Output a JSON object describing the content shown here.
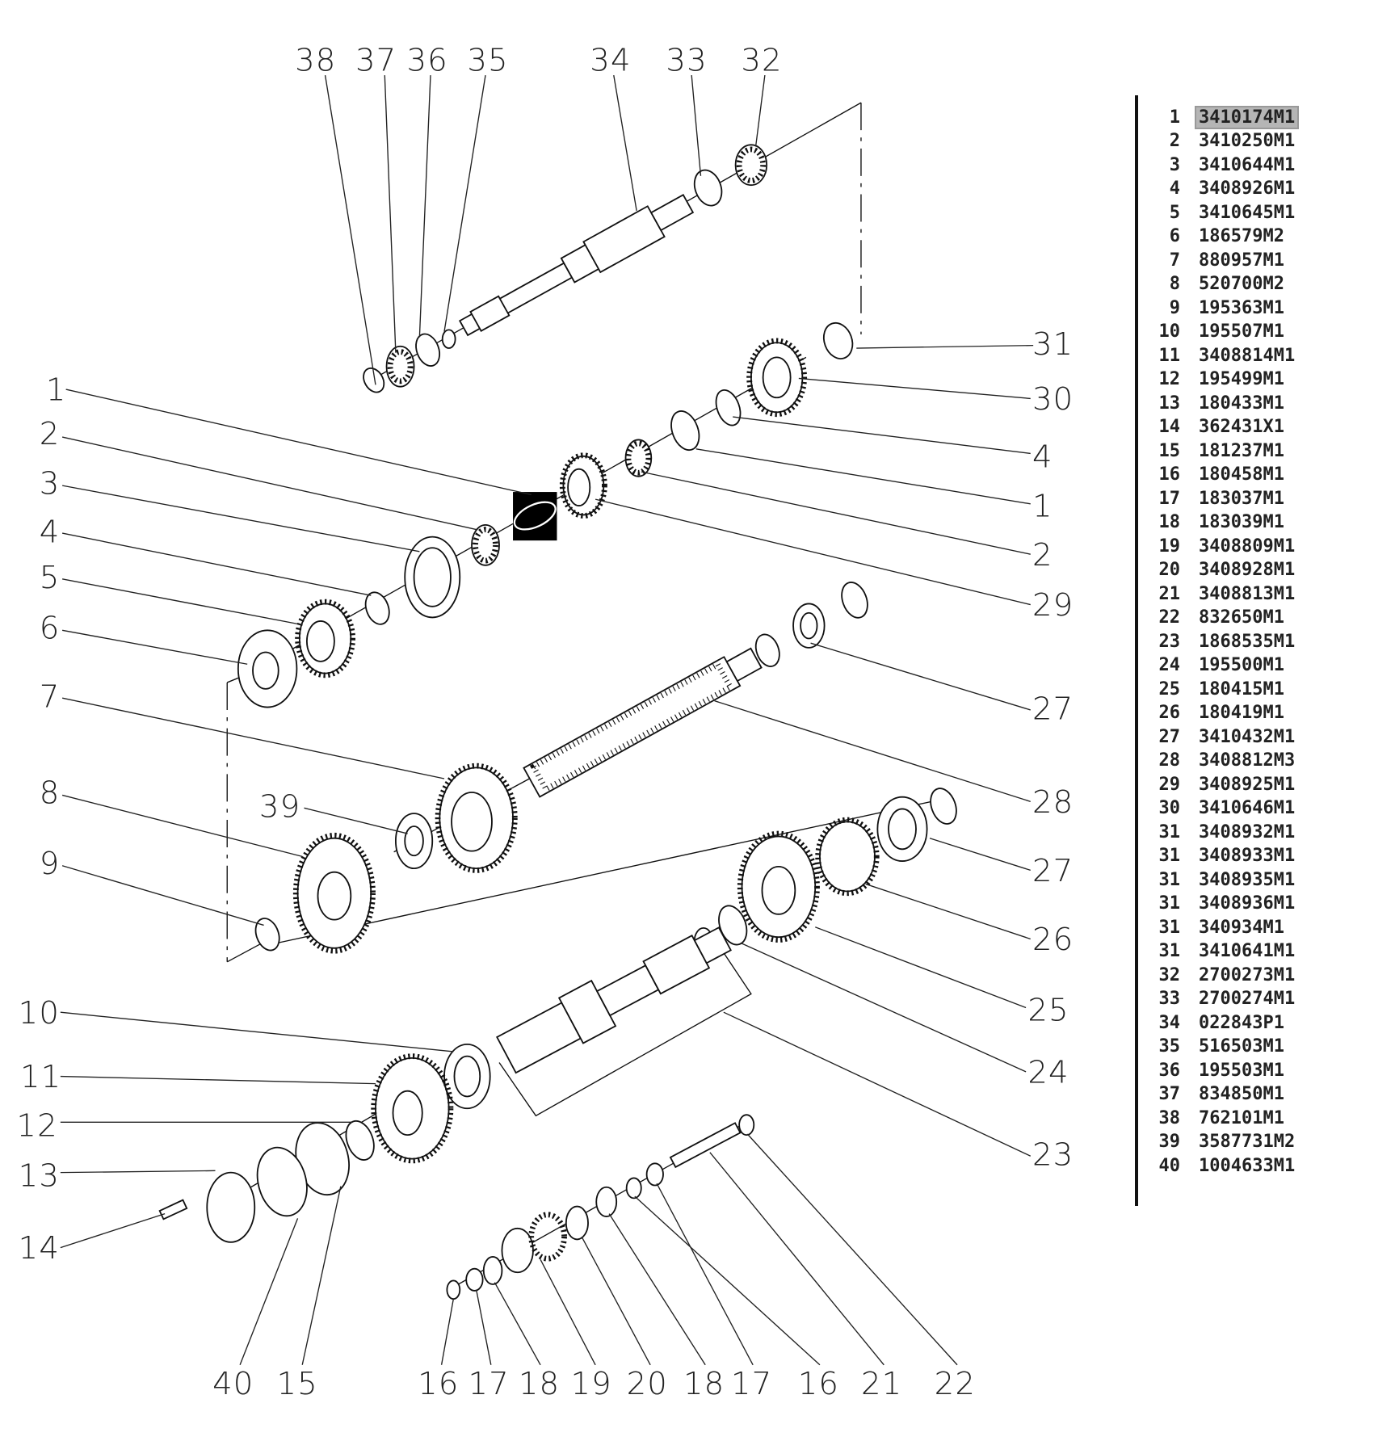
{
  "callouts": {
    "top": [
      "38",
      "37",
      "36",
      "35",
      "34",
      "33",
      "32"
    ],
    "left": [
      "1",
      "2",
      "3",
      "4",
      "5",
      "6",
      "7",
      "8",
      "9",
      "39",
      "10",
      "11",
      "12",
      "13",
      "14"
    ],
    "right": [
      "31",
      "30",
      "4",
      "1",
      "2",
      "29",
      "27",
      "28",
      "27",
      "26",
      "25",
      "24",
      "23"
    ],
    "bottom": [
      "40",
      "15",
      "16",
      "17",
      "18",
      "19",
      "20",
      "18",
      "17",
      "16",
      "21",
      "22"
    ]
  },
  "parts_list": [
    {
      "num": "1",
      "code": "3410174M1",
      "selected": true
    },
    {
      "num": "2",
      "code": "3410250M1"
    },
    {
      "num": "3",
      "code": "3410644M1"
    },
    {
      "num": "4",
      "code": "3408926M1"
    },
    {
      "num": "5",
      "code": "3410645M1"
    },
    {
      "num": "6",
      "code": "186579M2"
    },
    {
      "num": "7",
      "code": "880957M1"
    },
    {
      "num": "8",
      "code": "520700M2"
    },
    {
      "num": "9",
      "code": "195363M1"
    },
    {
      "num": "10",
      "code": "195507M1"
    },
    {
      "num": "11",
      "code": "3408814M1"
    },
    {
      "num": "12",
      "code": "195499M1"
    },
    {
      "num": "13",
      "code": "180433M1"
    },
    {
      "num": "14",
      "code": "362431X1"
    },
    {
      "num": "15",
      "code": "181237M1"
    },
    {
      "num": "16",
      "code": "180458M1"
    },
    {
      "num": "17",
      "code": "183037M1"
    },
    {
      "num": "18",
      "code": "183039M1"
    },
    {
      "num": "19",
      "code": "3408809M1"
    },
    {
      "num": "20",
      "code": "3408928M1"
    },
    {
      "num": "21",
      "code": "3408813M1"
    },
    {
      "num": "22",
      "code": "832650M1"
    },
    {
      "num": "23",
      "code": "1868535M1"
    },
    {
      "num": "24",
      "code": "195500M1"
    },
    {
      "num": "25",
      "code": "180415M1"
    },
    {
      "num": "26",
      "code": "180419M1"
    },
    {
      "num": "27",
      "code": "3410432M1"
    },
    {
      "num": "28",
      "code": "3408812M3"
    },
    {
      "num": "29",
      "code": "3408925M1"
    },
    {
      "num": "30",
      "code": "3410646M1"
    },
    {
      "num": "31",
      "code": "3408932M1"
    },
    {
      "num": "31",
      "code": "3408933M1"
    },
    {
      "num": "31",
      "code": "3408935M1"
    },
    {
      "num": "31",
      "code": "3408936M1"
    },
    {
      "num": "31",
      "code": "340934M1"
    },
    {
      "num": "31",
      "code": "3410641M1"
    },
    {
      "num": "32",
      "code": "2700273M1"
    },
    {
      "num": "33",
      "code": "2700274M1"
    },
    {
      "num": "34",
      "code": "022843P1"
    },
    {
      "num": "35",
      "code": "516503M1"
    },
    {
      "num": "36",
      "code": "195503M1"
    },
    {
      "num": "37",
      "code": "834850M1"
    },
    {
      "num": "38",
      "code": "762101M1"
    },
    {
      "num": "39",
      "code": "3587731M2"
    },
    {
      "num": "40",
      "code": "1004633M1"
    }
  ],
  "colors": {
    "line": "#111111",
    "highlight": "#b5b5b5",
    "selected_part_box": "#000000"
  }
}
